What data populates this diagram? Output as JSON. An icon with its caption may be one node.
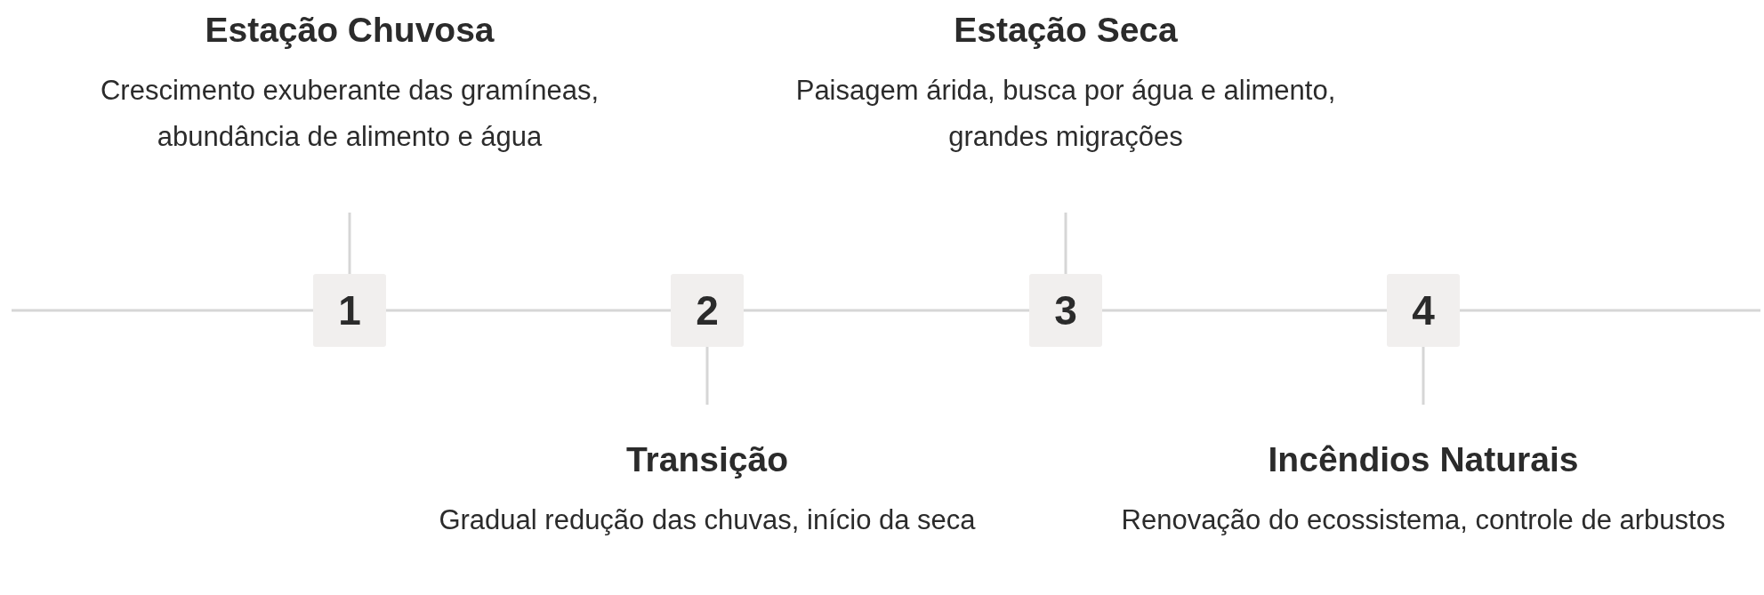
{
  "diagram": {
    "nodes": [
      {
        "text": [
          "Estação Chuvosa",
          "Crescimento exuberante das gramíneas, abundância de alimento e água"
        ]
      },
      {
        "text": [
          "1"
        ]
      },
      {
        "text": [
          "2"
        ]
      },
      {
        "text": [
          "Transição",
          "Gradual redução das chuvas, início da seca"
        ]
      },
      {
        "text": [
          "Estação Seca",
          "Paisagem árida, busca por água e alimento, grandes migrações"
        ]
      },
      {
        "text": [
          "3"
        ]
      },
      {
        "text": [
          "4"
        ]
      },
      {
        "text": [
          "Incêndios Naturais",
          "Renovação do ecossistema, controle de arbustos"
        ]
      }
    ],
    "edges": [
      {
        "from": null,
        "to": 1,
        "arrow": "none"
      },
      {
        "from": 1,
        "to": 2,
        "arrow": "none"
      },
      {
        "from": 2,
        "to": 5,
        "arrow": "none"
      },
      {
        "from": 5,
        "to": 6,
        "arrow": "none"
      },
      {
        "from": 6,
        "to": null,
        "arrow": "none"
      },
      {
        "from": 0,
        "to": 1,
        "arrow": "none"
      },
      {
        "from": 2,
        "to": 3,
        "arrow": "none"
      },
      {
        "from": 4,
        "to": 5,
        "arrow": "none"
      },
      {
        "from": 6,
        "to": 7,
        "arrow": "none"
      }
    ]
  }
}
